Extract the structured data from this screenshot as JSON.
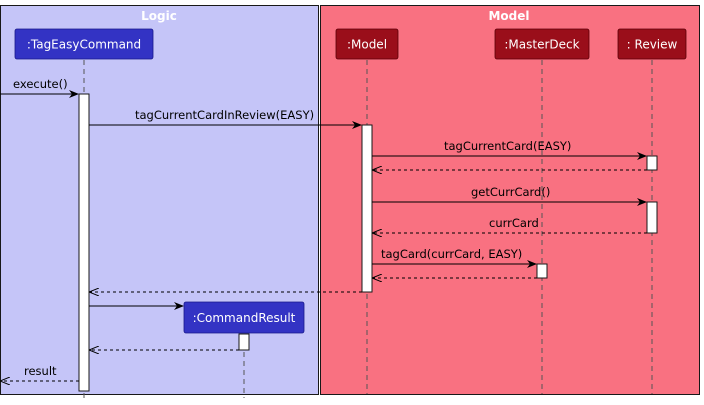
{
  "boxes": {
    "logic": {
      "label": "Logic",
      "color": "#C5C5F8"
    },
    "model": {
      "label": "Model",
      "color": "#F97181"
    }
  },
  "participants": {
    "tag_easy_command": {
      "label": ":TagEasyCommand",
      "color": "#3333C4"
    },
    "model": {
      "label": ":Model",
      "color": "#9A0E1A"
    },
    "master_deck": {
      "label": ":MasterDeck",
      "color": "#9A0E1A"
    },
    "review": {
      "label": ": Review",
      "color": "#9A0E1A"
    },
    "command_result": {
      "label": ":CommandResult",
      "color": "#3333C4"
    }
  },
  "messages": {
    "execute": "execute()",
    "tag_current_card_in_review": "tagCurrentCardInReview(EASY)",
    "tag_current_card": "tagCurrentCard(EASY)",
    "get_curr_card": "getCurrCard()",
    "curr_card": "currCard",
    "tag_card": "tagCard(currCard, EASY)",
    "result": "result"
  }
}
